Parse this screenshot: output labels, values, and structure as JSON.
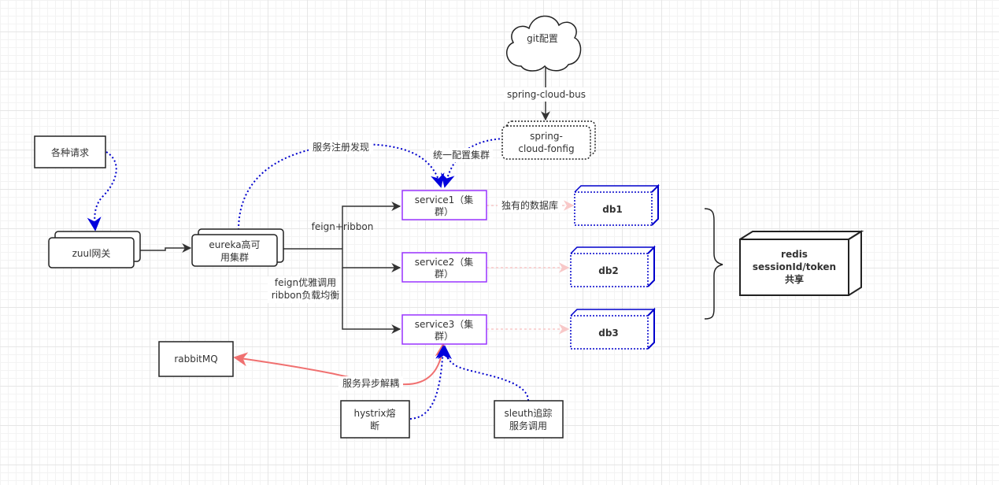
{
  "nodes": {
    "git_config": "git配置",
    "spring_cloud_config": [
      "spring-",
      "cloud-fonfig"
    ],
    "requests": "各种请求",
    "zuul": "zuul网关",
    "eureka": [
      "eureka高可",
      "用集群"
    ],
    "service1": [
      "service1（集",
      "群）"
    ],
    "service2": [
      "service2（集",
      "群）"
    ],
    "service3": [
      "service3（集",
      "群）"
    ],
    "db1": "db1",
    "db2": "db2",
    "db3": "db3",
    "redis": [
      "redis",
      "sessionId/token",
      "共享"
    ],
    "rabbitmq": "rabbitMQ",
    "hystrix": [
      "hystrix熔",
      "断"
    ],
    "sleuth": [
      "sleuth追踪",
      "服务调用"
    ]
  },
  "edge_labels": {
    "spring_cloud_bus": "spring-cloud-bus",
    "service_registry": "服务注册发现",
    "unified_config": "统一配置集群",
    "feign_ribbon": "feign+ribbon",
    "feign_elegant": "feign优雅调用",
    "ribbon_lb": "ribbon负载均衡",
    "private_db": "独有的数据库",
    "async_decouple": "服务异步解耦"
  },
  "colors": {
    "node_border": "#222222",
    "service_border": "#9933ff",
    "db_border": "#0000cc",
    "dotted_edge": "#0000cc",
    "db_edge": "#f8c8c8",
    "mq_edge": "#f07070",
    "arrow": "#333333"
  }
}
